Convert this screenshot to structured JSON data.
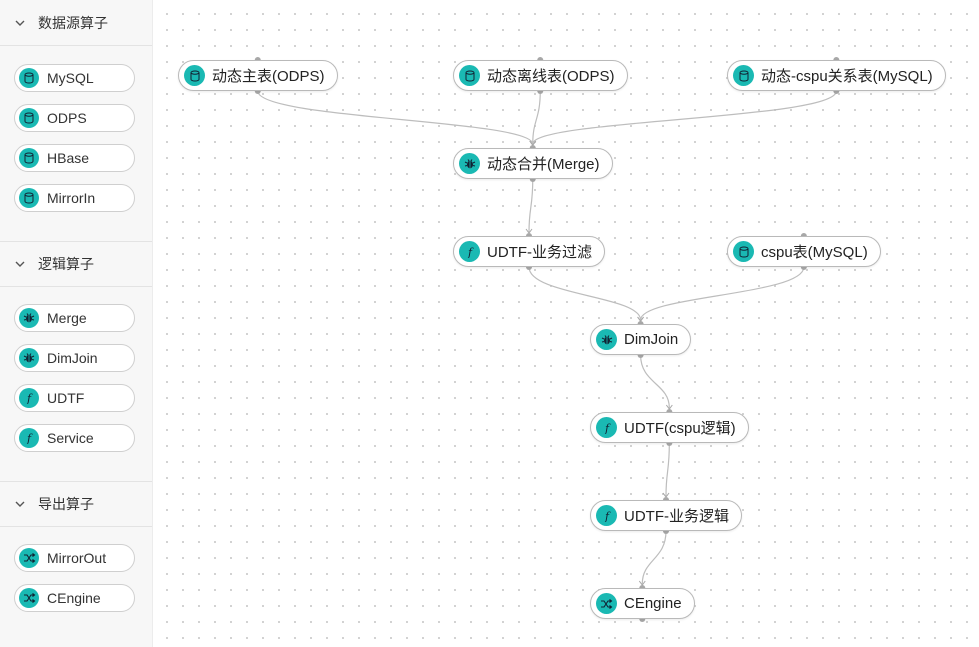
{
  "sidebar": {
    "groups": [
      {
        "title": "数据源算子",
        "items": [
          {
            "label": "MySQL",
            "icon": "database-icon"
          },
          {
            "label": "ODPS",
            "icon": "database-icon"
          },
          {
            "label": "HBase",
            "icon": "database-icon"
          },
          {
            "label": "MirrorIn",
            "icon": "database-icon"
          }
        ]
      },
      {
        "title": "逻辑算子",
        "items": [
          {
            "label": "Merge",
            "icon": "bug-icon"
          },
          {
            "label": "DimJoin",
            "icon": "bug-icon"
          },
          {
            "label": "UDTF",
            "icon": "function-icon"
          },
          {
            "label": "Service",
            "icon": "function-icon"
          }
        ]
      },
      {
        "title": "导出算子",
        "items": [
          {
            "label": "MirrorOut",
            "icon": "shuffle-icon"
          },
          {
            "label": "CEngine",
            "icon": "shuffle-icon"
          }
        ]
      }
    ]
  },
  "canvas": {
    "nodes": [
      {
        "id": "n1",
        "label": "动态主表(ODPS)",
        "icon": "database-icon"
      },
      {
        "id": "n2",
        "label": "动态离线表(ODPS)",
        "icon": "database-icon"
      },
      {
        "id": "n3",
        "label": "动态-cspu关系表(MySQL)",
        "icon": "database-icon"
      },
      {
        "id": "n4",
        "label": "动态合并(Merge)",
        "icon": "bug-icon"
      },
      {
        "id": "n5",
        "label": "UDTF-业务过滤",
        "icon": "function-icon"
      },
      {
        "id": "n6",
        "label": "cspu表(MySQL)",
        "icon": "database-icon"
      },
      {
        "id": "n7",
        "label": "DimJoin",
        "icon": "bug-icon"
      },
      {
        "id": "n8",
        "label": "UDTF(cspu逻辑)",
        "icon": "function-icon"
      },
      {
        "id": "n9",
        "label": "UDTF-业务逻辑",
        "icon": "function-icon"
      },
      {
        "id": "n10",
        "label": "CEngine",
        "icon": "shuffle-icon"
      }
    ],
    "edges": [
      [
        "n1",
        "n4"
      ],
      [
        "n2",
        "n4"
      ],
      [
        "n3",
        "n4"
      ],
      [
        "n4",
        "n5"
      ],
      [
        "n5",
        "n7"
      ],
      [
        "n6",
        "n7"
      ],
      [
        "n7",
        "n8"
      ],
      [
        "n8",
        "n9"
      ],
      [
        "n9",
        "n10"
      ]
    ]
  },
  "colors": {
    "accent": "#1ab9b3",
    "edge": "#bdbdbd"
  }
}
